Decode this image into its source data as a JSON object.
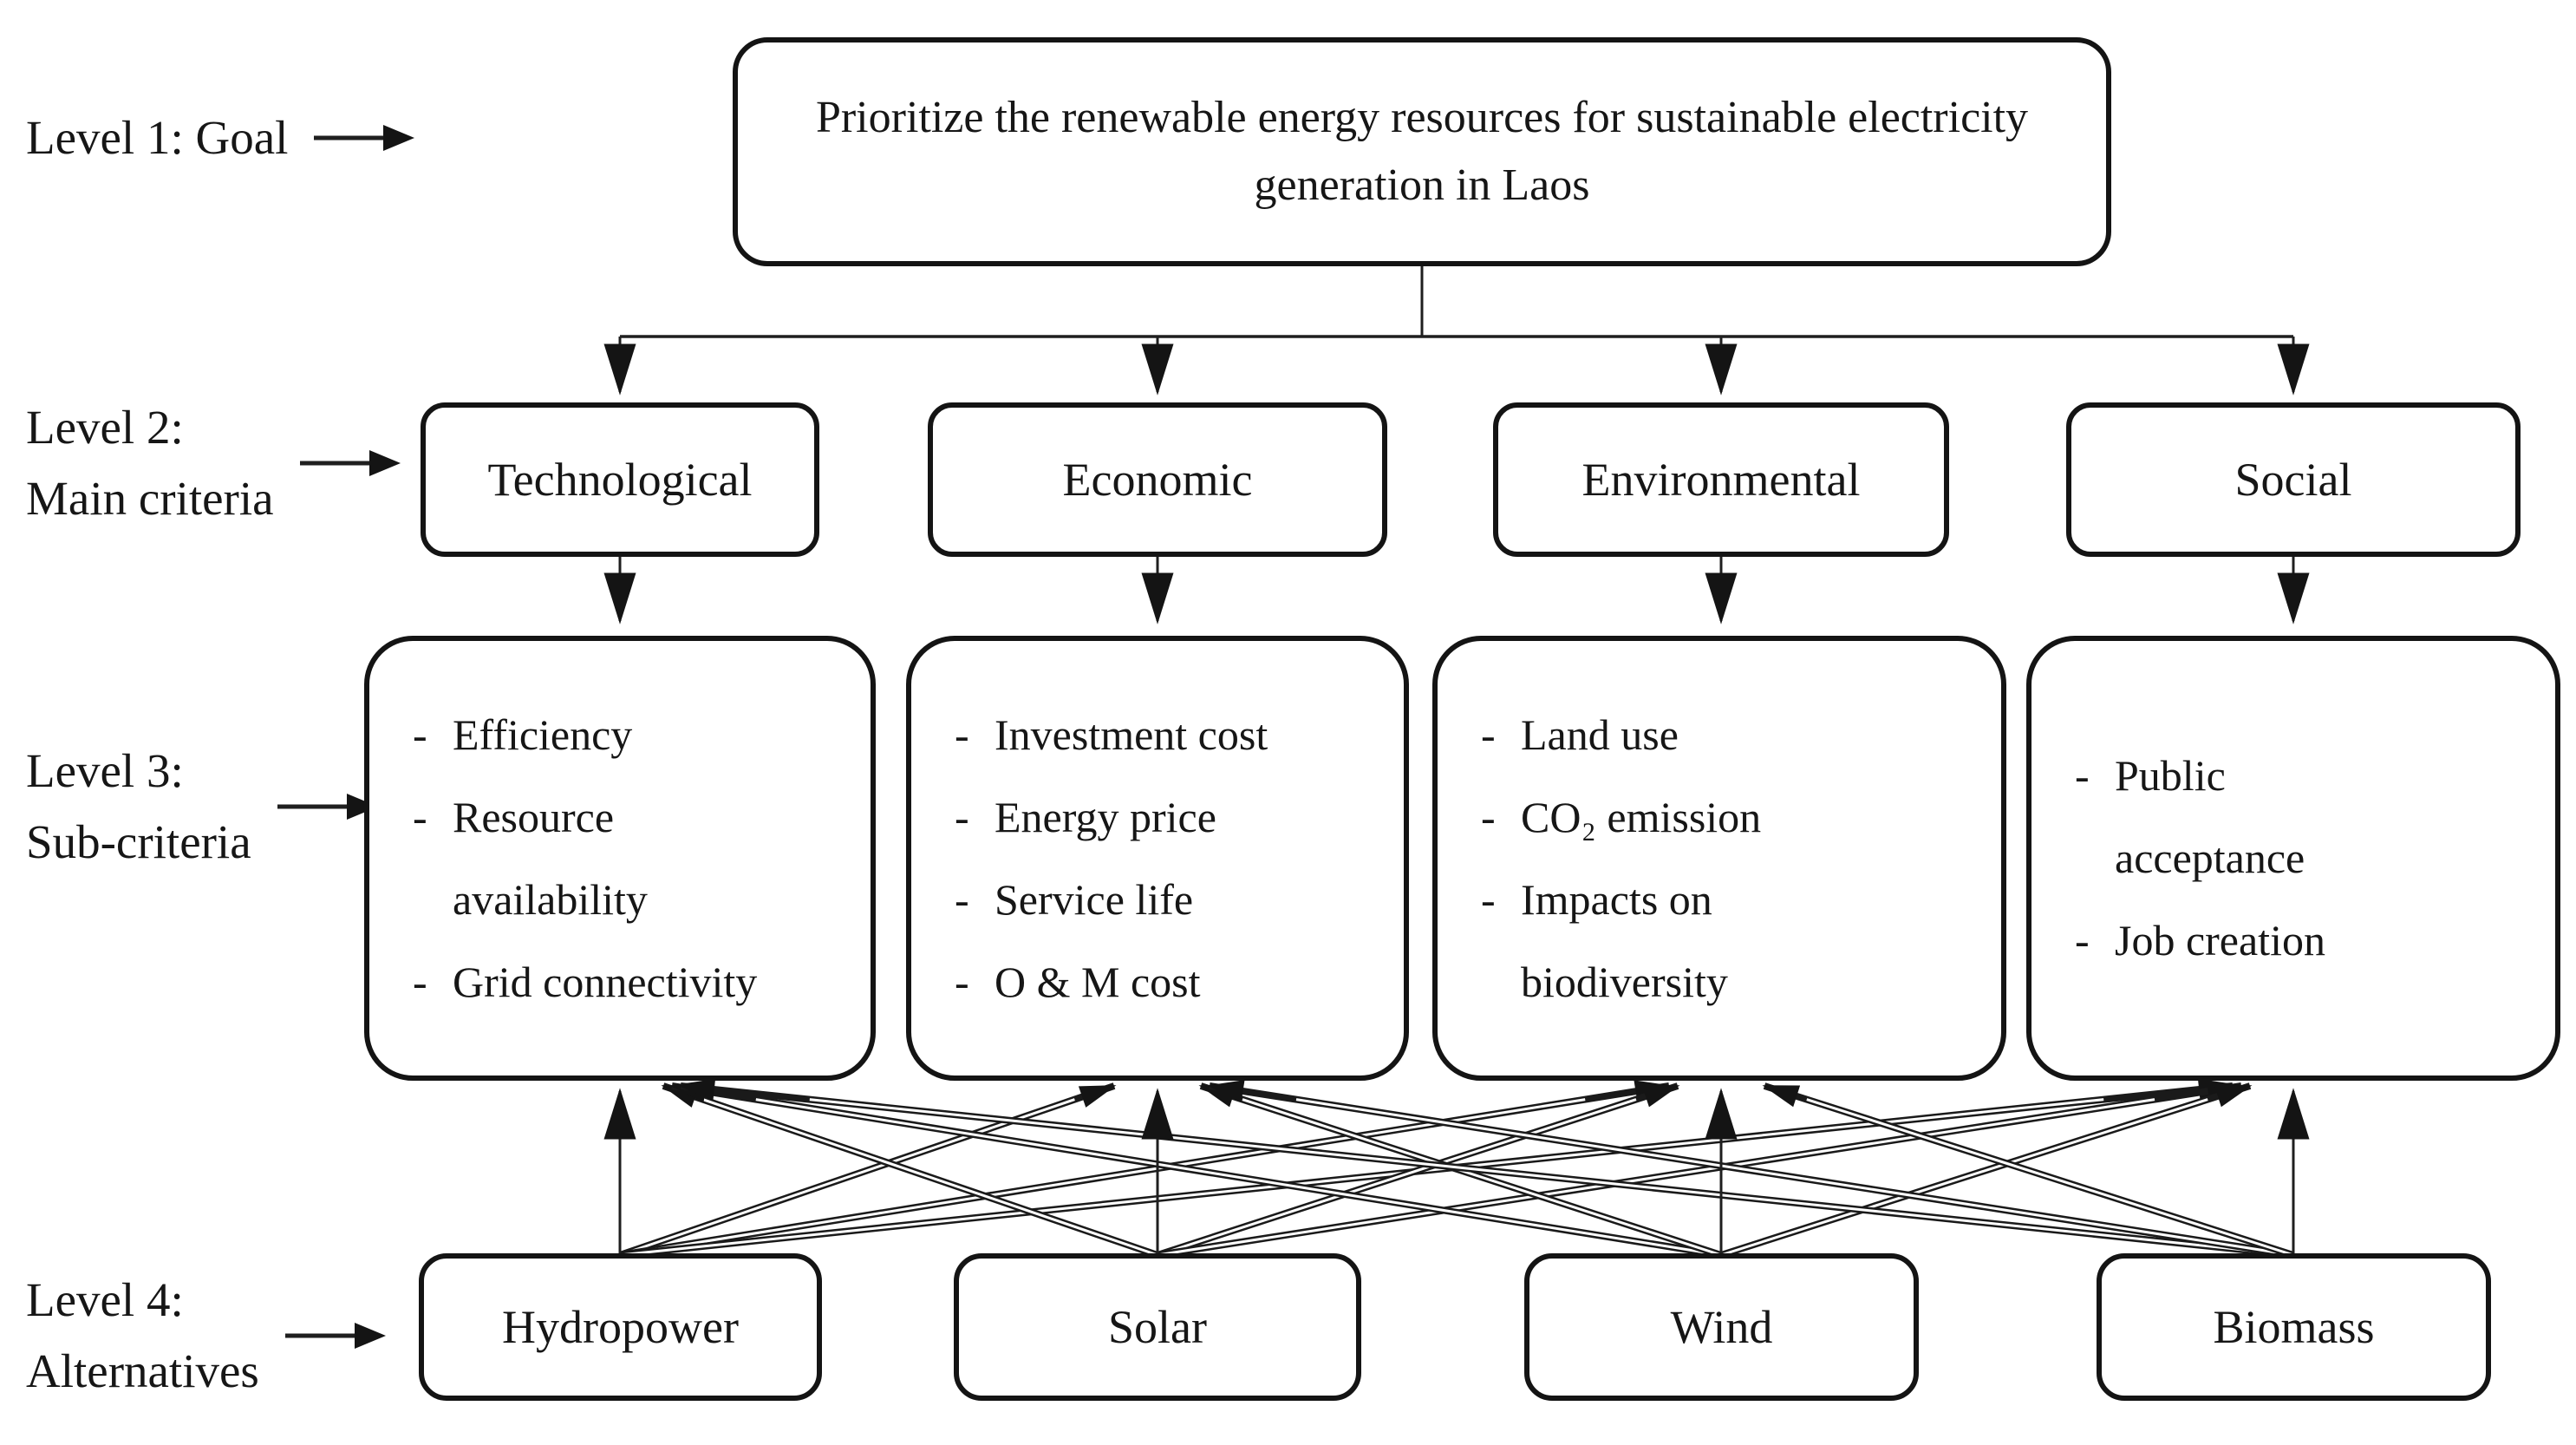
{
  "side_labels": [
    {
      "line1": "Level 1: Goal",
      "line2": ""
    },
    {
      "line1": "Level 2:",
      "line2": "Main criteria"
    },
    {
      "line1": "Level 3:",
      "line2": "Sub-criteria"
    },
    {
      "line1": "Level 4:",
      "line2": "Alternatives"
    }
  ],
  "goal": {
    "text": "Prioritize the renewable energy resources for sustainable electricity generation in Laos"
  },
  "criteria": [
    {
      "label": "Technological"
    },
    {
      "label": "Economic"
    },
    {
      "label": "Environmental"
    },
    {
      "label": "Social"
    }
  ],
  "sub_criteria": [
    {
      "items": [
        "Efficiency",
        "Resource availability",
        "Grid connectivity"
      ]
    },
    {
      "items": [
        "Investment cost",
        "Energy price",
        "Service life",
        "O & M cost"
      ]
    },
    {
      "items": [
        "Land use",
        "CO₂ emission",
        "Impacts on biodiversity"
      ]
    },
    {
      "items": [
        "Public acceptance",
        "Job creation"
      ]
    }
  ],
  "alternatives": [
    {
      "label": "Hydropower"
    },
    {
      "label": "Solar"
    },
    {
      "label": "Wind"
    },
    {
      "label": "Biomass"
    }
  ],
  "bullet": "-"
}
